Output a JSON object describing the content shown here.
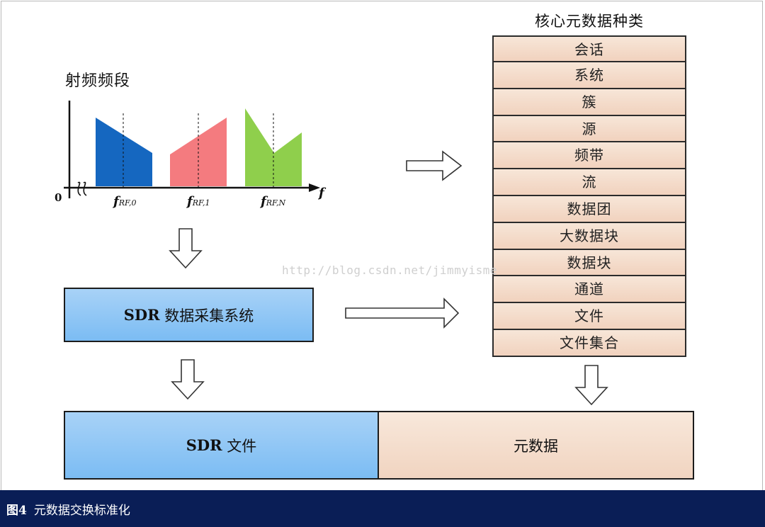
{
  "rf_band": {
    "title": "射频频段",
    "origin_label": "0",
    "axis_label": "f",
    "freq_labels": [
      {
        "main": "f",
        "sub": "RF,0"
      },
      {
        "main": "f",
        "sub": "RF,1"
      },
      {
        "main": "f",
        "sub": "RF,N"
      }
    ],
    "colors": {
      "band0": "#1567c0",
      "band1": "#f47b7f",
      "band2": "#8fcf4c"
    }
  },
  "metadata_types": {
    "title": "核心元数据种类",
    "items": [
      "会话",
      "系统",
      "簇",
      "源",
      "频带",
      "流",
      "数据团",
      "大数据块",
      "数据块",
      "通道",
      "文件",
      "文件集合"
    ]
  },
  "sdr_system": {
    "prefix": "SDR",
    "label": "数据采集系统"
  },
  "sdr_file": {
    "prefix": "SDR",
    "label": "文件"
  },
  "metadata_box": {
    "label": "元数据"
  },
  "watermark": "http://blog.csdn.net/jimmyisme",
  "caption": {
    "fig_label": "图4",
    "text": "元数据交换标准化"
  },
  "colors": {
    "blue_box": "#8cc6f5",
    "peach_box": "#f4dcc9",
    "caption_bar": "#0a1e56"
  }
}
